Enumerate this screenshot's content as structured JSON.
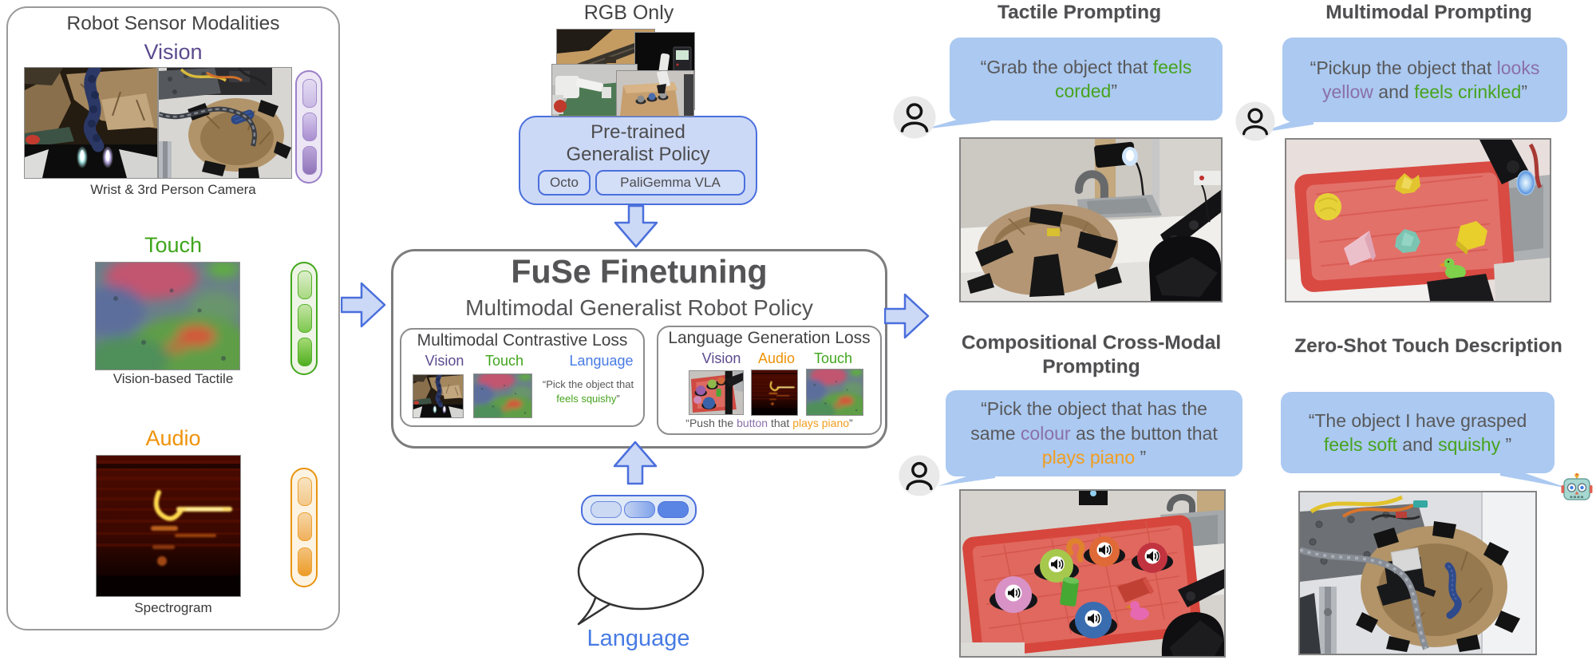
{
  "colors": {
    "heading_gray": "#4f4f51",
    "vision_purple": "#5b4a8e",
    "touch_green": "#3fa51c",
    "audio_orange": "#ee9309",
    "language_blue": "#477be4",
    "bubble_blue": "#abc9f1",
    "highlight_green": "#47a31e",
    "highlight_purple": "#8a6fa8",
    "highlight_orange": "#f29d1e",
    "arrow_fill": "#ccd9f6",
    "arrow_stroke": "#4a6fdc"
  },
  "icons": {
    "person": "person-outline-icon",
    "robot": "robot-face-icon",
    "speaker": "speaker-sound-icon",
    "speech_bubble": "speech-bubble-outline-icon"
  },
  "left_panel": {
    "title": "Robot Sensor Modalities",
    "vision_label": "Vision",
    "vision_caption": "Wrist & 3rd Person Camera",
    "touch_label": "Touch",
    "touch_caption": "Vision-based Tactile",
    "audio_label": "Audio",
    "audio_caption": "Spectrogram"
  },
  "middle": {
    "rgb_only_label": "RGB Only",
    "pretrained": {
      "line1": "Pre-trained",
      "line2": "Generalist Policy",
      "octo_label": "Octo",
      "paligemma_label": "PaliGemma VLA"
    },
    "fuse": {
      "title": "FuSe Finetuning",
      "subtitle": "Multimodal Generalist Robot Policy",
      "contrastive": {
        "title": "Multimodal Contrastive Loss",
        "labels": [
          "Vision",
          "Touch",
          "Language"
        ],
        "quote": [
          {
            "t": "“Pick the object that ",
            "c": "gray"
          },
          {
            "t": "feels squishy",
            "c": "green"
          },
          {
            "t": "”",
            "c": "gray"
          }
        ]
      },
      "generation": {
        "title": "Language Generation Loss",
        "labels": [
          "Vision",
          "Audio",
          "Touch"
        ],
        "quote": [
          {
            "t": "“Push the ",
            "c": "gray"
          },
          {
            "t": "button",
            "c": "purple"
          },
          {
            "t": " that ",
            "c": "gray"
          },
          {
            "t": "plays piano",
            "c": "orange"
          },
          {
            "t": "”",
            "c": "gray"
          }
        ]
      }
    },
    "language_label": "Language"
  },
  "right": {
    "tactile": {
      "title": "Tactile Prompting",
      "quote": [
        {
          "t": "“Grab the object that ",
          "c": "gray"
        },
        {
          "t": "feels corded",
          "c": "green"
        },
        {
          "t": "”",
          "c": "gray"
        }
      ]
    },
    "multimodal": {
      "title": "Multimodal Prompting",
      "quote": [
        {
          "t": "“Pickup the object that ",
          "c": "gray"
        },
        {
          "t": "looks yellow",
          "c": "purple"
        },
        {
          "t": " and ",
          "c": "gray"
        },
        {
          "t": "feels crinkled",
          "c": "green"
        },
        {
          "t": "”",
          "c": "gray"
        }
      ]
    },
    "compositional": {
      "title_line1": "Compositional Cross-Modal",
      "title_line2": "Prompting",
      "quote": [
        {
          "t": "“Pick the object that has the same ",
          "c": "gray"
        },
        {
          "t": "colour",
          "c": "purple"
        },
        {
          "t": " as the button that ",
          "c": "gray"
        },
        {
          "t": "plays piano",
          "c": "orange"
        },
        {
          "t": " ”",
          "c": "gray"
        }
      ]
    },
    "zeroshot": {
      "title": "Zero-Shot Touch Description",
      "quote": [
        {
          "t": "“The object I have grasped ",
          "c": "gray"
        },
        {
          "t": "feels soft",
          "c": "green"
        },
        {
          "t": " and ",
          "c": "gray"
        },
        {
          "t": "squishy",
          "c": "green"
        },
        {
          "t": " ”",
          "c": "gray"
        }
      ]
    }
  }
}
